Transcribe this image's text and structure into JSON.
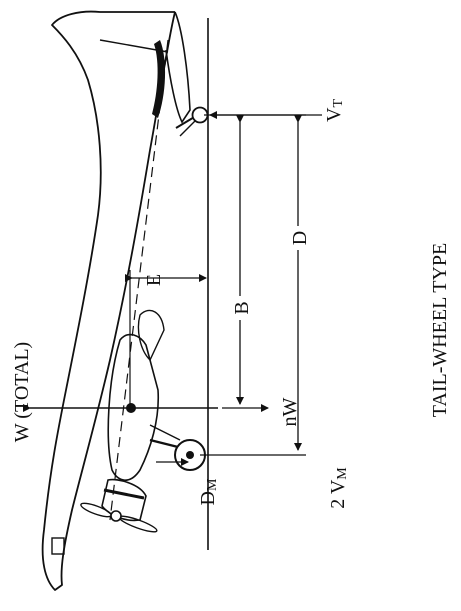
{
  "diagram": {
    "caption": "TAIL-WHEEL TYPE",
    "labels": {
      "total_weight": "W (TOTAL)",
      "tail_reaction_main": "V",
      "tail_reaction_sub": "T",
      "main_reaction_prefix": "2 V",
      "main_reaction_sub": "M",
      "drag_main": "D",
      "drag_sub": "M",
      "load_factor": "nW",
      "dim_e": "E",
      "dim_b": "B",
      "dim_d": "D"
    }
  }
}
